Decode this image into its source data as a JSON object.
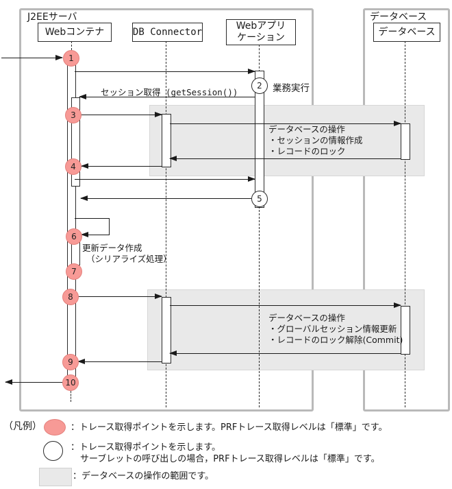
{
  "frames": {
    "j2ee": {
      "label": "J2EEサーバ"
    },
    "database": {
      "label": "データベース"
    }
  },
  "participants": {
    "web_container": "Webコンテナ",
    "db_connector": "DB Connector",
    "web_app_line1": "Webアプリ",
    "web_app_line2": "ケーション",
    "database": "データベース"
  },
  "trace_points": {
    "p1": "1",
    "p2": "2",
    "p3": "3",
    "p4": "4",
    "p5": "5",
    "p6": "6",
    "p7": "7",
    "p8": "8",
    "p9": "9",
    "p10": "10"
  },
  "messages": {
    "get_session": "セッション取得 (getSession())",
    "business_exec": "業務実行",
    "update_data_line1": "更新データ作成",
    "update_data_line2": "（シリアライズ処理）"
  },
  "db_operation_1": {
    "title": "データベースの操作",
    "item1": "・セッションの情報作成",
    "item2": "・レコードのロック"
  },
  "db_operation_2": {
    "title": "データベースの操作",
    "item1": "・グローバルセッション情報更新",
    "item2": "・レコードのロック解除(Commit)"
  },
  "legend": {
    "caption": "（凡例）",
    "row1": "：トレース取得ポイントを示します。PRFトレース取得レベルは「標準」です。",
    "row2_line1": "：トレース取得ポイントを示します。",
    "row2_line2": "サーブレットの呼び出しの場合，PRFトレース取得レベルは「標準」です。",
    "row3": "：データベースの操作の範囲です。"
  },
  "colors": {
    "trace_point_fill": "#f79a96",
    "trace_point_border": "#e4807c",
    "operation_range_fill": "#e9e9e9",
    "frame_border": "#b9b9b9"
  }
}
